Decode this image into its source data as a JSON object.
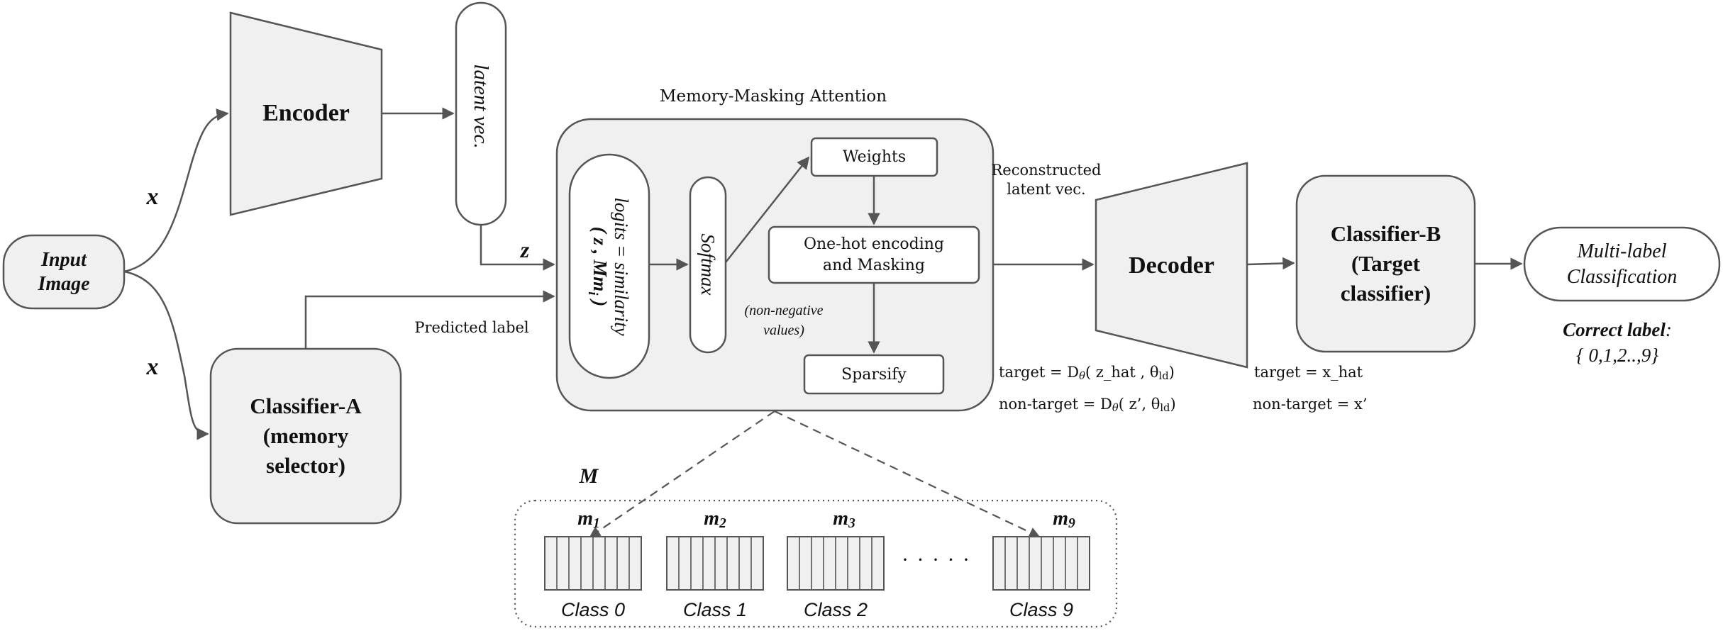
{
  "colors": {
    "stroke": "#555555",
    "fill": "#f0f0f0",
    "white": "#ffffff",
    "text": "#111111"
  },
  "nodes": {
    "input_image": "Input\nImage",
    "encoder": "Encoder",
    "latent_vec": "latent vec.",
    "classifier_a": "Classifier-A\n(memory\nselector)",
    "mma_title": "Memory-Masking Attention",
    "logits_line1": "logits = similarity",
    "logits_line2": "( z , Mm",
    "logits_sub": "i",
    "logits_close": " )",
    "softmax": "Softmax",
    "weights": "Weights",
    "onehot": "One-hot encoding\nand Masking",
    "nonneg": "(non-negative\nvalues)",
    "sparsify": "Sparsify",
    "reconstructed": "Reconstructed\nlatent vec.",
    "decoder": "Decoder",
    "classifier_b": "Classifier-B\n(Target\nclassifier)",
    "multilabel": "Multi-label\nClassification",
    "correct_label_title": "Correct label",
    "correct_label_colon": ":",
    "correct_label_values": "{ 0,1,2..,9}"
  },
  "edges": {
    "x_top": "x",
    "x_bottom": "x",
    "z": "z",
    "predicted_label": "Predicted label"
  },
  "equations": {
    "target_d_prefix": "target = D",
    "target_d_sub": "θ",
    "target_d_mid": " ( z_hat , θ",
    "target_d_sub2": "ld",
    "target_d_end": ")",
    "nontarget_d_prefix": "non-target = D",
    "nontarget_d_sub": "θ",
    "nontarget_d_mid": " ( z’, θ",
    "nontarget_d_sub2": "ld",
    "nontarget_d_end": ")",
    "target_x": "target = x_hat",
    "nontarget_x": "non-target = x’"
  },
  "memory": {
    "label": "M",
    "dots": "· · · · ·",
    "slots": [
      {
        "name": "m",
        "sub": "1",
        "class": "Class 0"
      },
      {
        "name": "m",
        "sub": "2",
        "class": "Class 1"
      },
      {
        "name": "m",
        "sub": "3",
        "class": "Class 2"
      },
      {
        "name": "m",
        "sub": "9",
        "class": "Class 9"
      }
    ]
  }
}
